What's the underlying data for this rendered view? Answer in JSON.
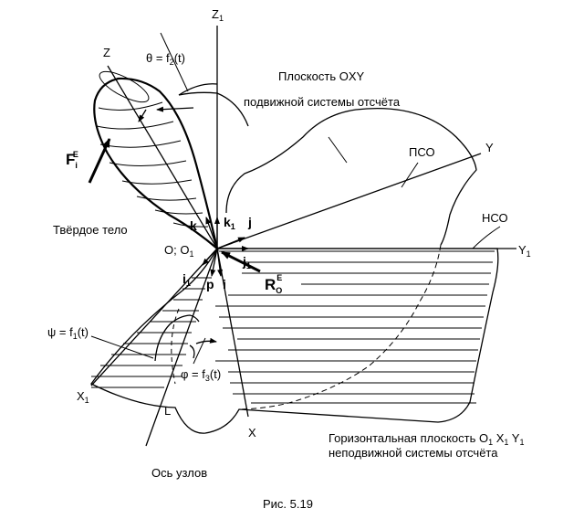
{
  "labels": {
    "z1": "Z",
    "z1_sub": "1",
    "z": "Z",
    "theta": "θ = f",
    "theta_sub": "2",
    "theta_end": "(t)",
    "plane_oxy_1": "Плоскость OXY",
    "plane_oxy_2": "подвижной системы отсчёта",
    "y": "Y",
    "pso": "ПСО",
    "nso": "НСО",
    "y1": "Y",
    "y1_sub": "1",
    "fi_F": "F",
    "fi_sub": "i",
    "fi_sup": "E",
    "body": "Твёрдое тело",
    "k": "k",
    "k1": "k",
    "k1_sub": "1",
    "j": "j",
    "j1": "j",
    "j1_sub": "1",
    "origin": "O; O",
    "origin_sub": "1",
    "i1": "i",
    "i1_sub": "1",
    "p": "p",
    "i": "i",
    "r_R": "R",
    "r_sub": "O",
    "r_sup": "E",
    "psi": "ψ = f",
    "psi_sub": "1",
    "psi_end": "(t)",
    "phi": "φ = f",
    "phi_sub": "3",
    "phi_end": "(t)",
    "x1": "X",
    "x1_sub": "1",
    "l": "L",
    "x": "X",
    "horiz_1": "Горизонтальная плоскость O",
    "horiz_1_sub_a": "1",
    "horiz_1_x": " X",
    "horiz_1_sub_b": "1",
    "horiz_1_y": " Y",
    "horiz_1_sub_c": "1",
    "horiz_2": "неподвижной системы отсчёта",
    "nodes": "Ось узлов",
    "caption": "Рис. 5.19"
  }
}
